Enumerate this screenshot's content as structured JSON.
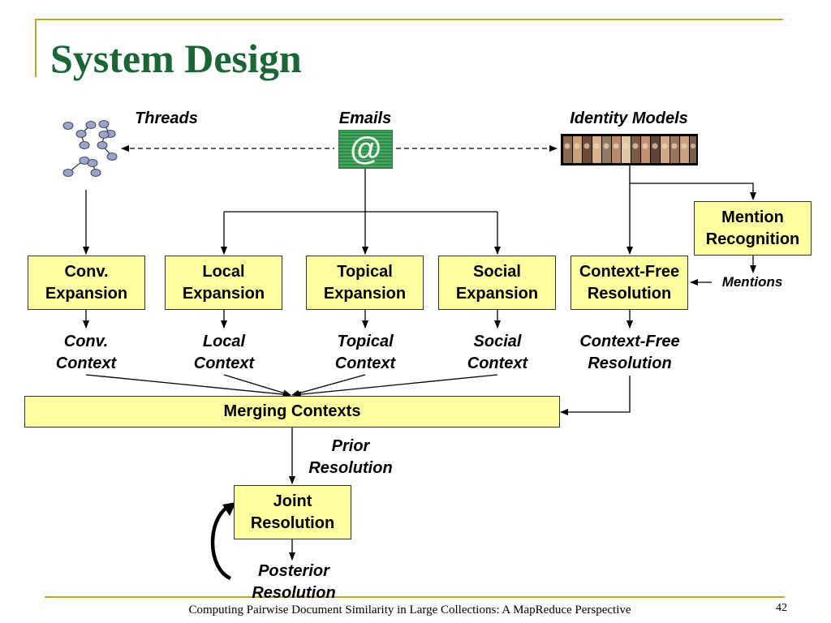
{
  "slide": {
    "title": "System Design",
    "footer": "Computing Pairwise Document Similarity in Large Collections: A MapReduce Perspective",
    "page_number": "42"
  },
  "sources": {
    "threads": "Threads",
    "emails": "Emails",
    "identity_models": "Identity Models"
  },
  "boxes": {
    "conv_expansion": "Conv. Expansion",
    "local_expansion": "Local Expansion",
    "topical_expansion": "Topical Expansion",
    "social_expansion": "Social Expansion",
    "context_free_resolution": "Context-Free Resolution",
    "mention_recognition": "Mention Recognition",
    "merging_contexts": "Merging Contexts",
    "joint_resolution": "Joint Resolution"
  },
  "labels": {
    "mentions": "Mentions",
    "conv_context": "Conv. Context",
    "local_context": "Local Context",
    "topical_context": "Topical Context",
    "social_context": "Social Context",
    "context_free_resolution": "Context-Free Resolution",
    "prior_resolution": "Prior Resolution",
    "posterior_resolution": "Posterior Resolution"
  },
  "colors": {
    "title": "#1a6634",
    "frame": "#c9a227",
    "box_fill": "#ffffa0",
    "email_icon": "#2f8a4a"
  },
  "icons": {
    "threads": "thread-graph-icon",
    "emails": "at-sign-email-icon",
    "identity_models": "face-photo-strip-icon"
  }
}
